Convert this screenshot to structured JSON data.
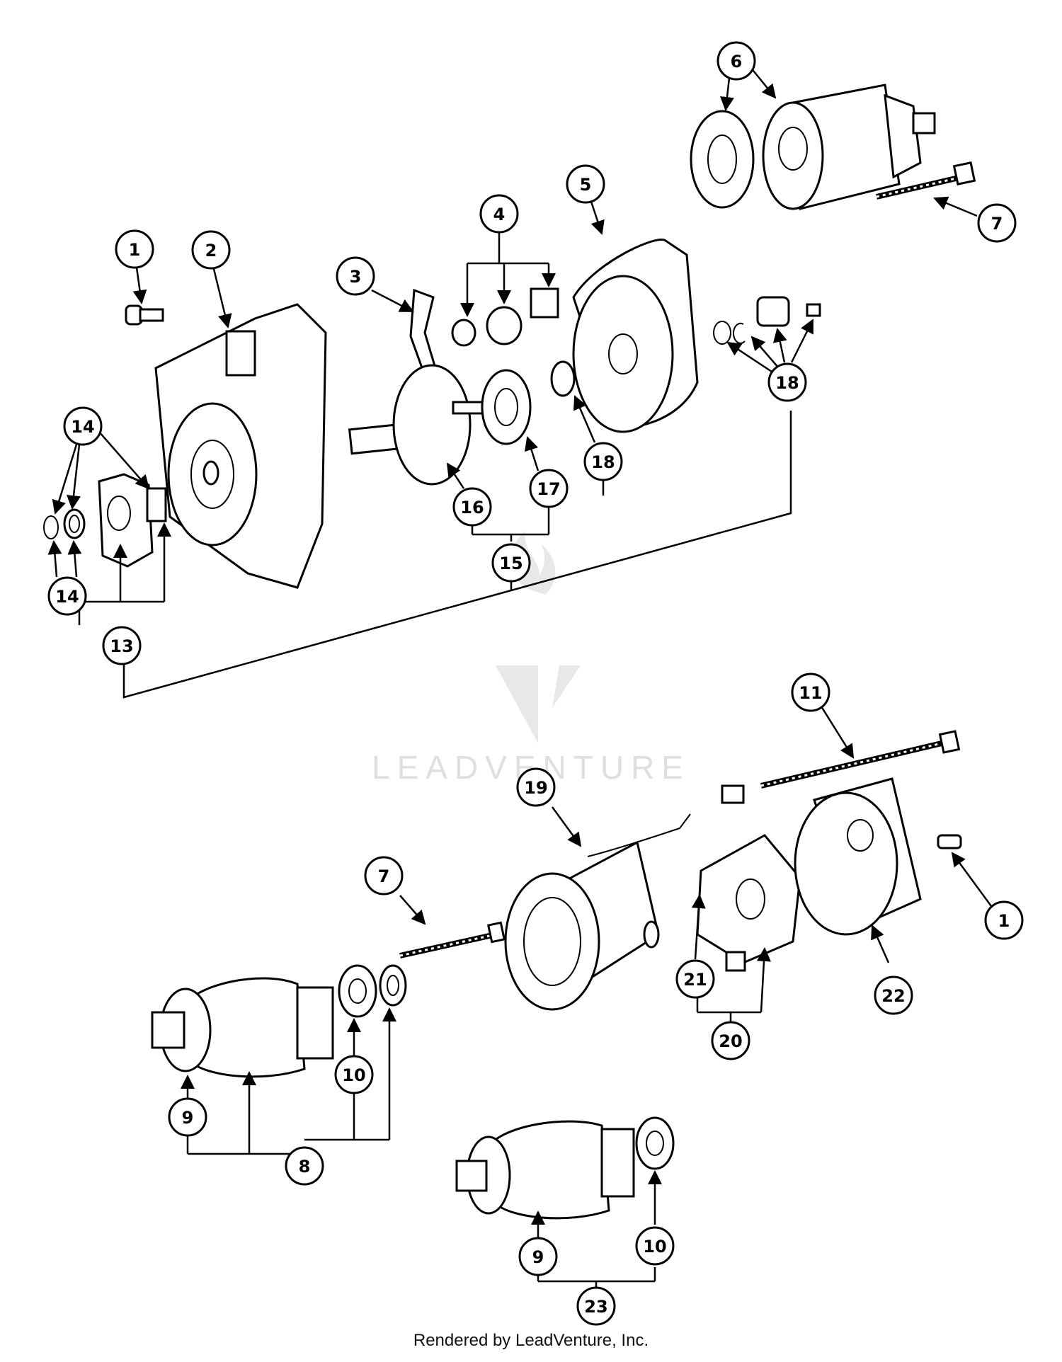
{
  "watermark": {
    "text": "LEADVENTURE"
  },
  "footer": {
    "text": "Rendered by LeadVenture, Inc."
  },
  "callouts": [
    {
      "id": "c1a",
      "text": "1"
    },
    {
      "id": "c2",
      "text": "2"
    },
    {
      "id": "c3",
      "text": "3"
    },
    {
      "id": "c4",
      "text": "4"
    },
    {
      "id": "c5",
      "text": "5"
    },
    {
      "id": "c6",
      "text": "6"
    },
    {
      "id": "c7a",
      "text": "7"
    },
    {
      "id": "c14a",
      "text": "14"
    },
    {
      "id": "c14b",
      "text": "14"
    },
    {
      "id": "c13",
      "text": "13"
    },
    {
      "id": "c16",
      "text": "16"
    },
    {
      "id": "c17",
      "text": "17"
    },
    {
      "id": "c18a",
      "text": "18"
    },
    {
      "id": "c18b",
      "text": "18"
    },
    {
      "id": "c15",
      "text": "15"
    },
    {
      "id": "c11",
      "text": "11"
    },
    {
      "id": "c19",
      "text": "19"
    },
    {
      "id": "c7b",
      "text": "7"
    },
    {
      "id": "c1b",
      "text": "1"
    },
    {
      "id": "c21",
      "text": "21"
    },
    {
      "id": "c22",
      "text": "22"
    },
    {
      "id": "c20",
      "text": "20"
    },
    {
      "id": "c10a",
      "text": "10"
    },
    {
      "id": "c9a",
      "text": "9"
    },
    {
      "id": "c8",
      "text": "8"
    },
    {
      "id": "c10b",
      "text": "10"
    },
    {
      "id": "c9b",
      "text": "9"
    },
    {
      "id": "c23",
      "text": "23"
    }
  ]
}
